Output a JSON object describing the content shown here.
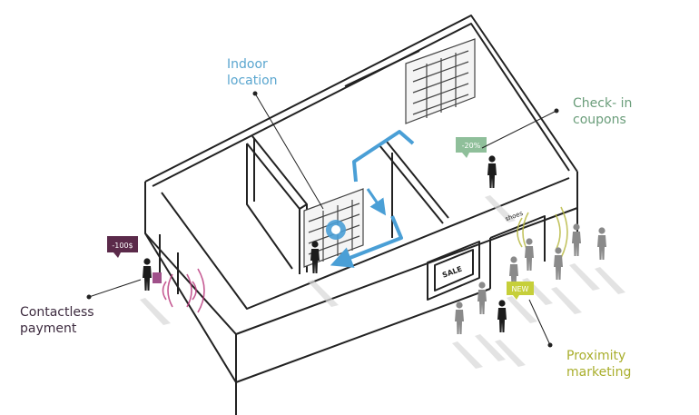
{
  "callouts": {
    "indoor_location": "Indoor\nlocation",
    "checkin_coupons": "Check- in\ncoupons",
    "contactless_payment": "Contactless\npayment",
    "proximity_marketing": "Proximity\nmarketing"
  },
  "tags": {
    "payment": "-100$",
    "coupon": "-20%",
    "new": "NEW",
    "sale": "SALE",
    "shoes": "shoes"
  },
  "colors": {
    "indoor": "#5aa6cf",
    "checkin": "#6a9d7a",
    "contactless": "#3d2b3f",
    "proximity": "#a9ae2c",
    "payment_tag": "#5b2a4a",
    "coupon_tag": "#8fbf9a",
    "new_tag": "#c6cf3a",
    "route": "#4a9fd6"
  }
}
